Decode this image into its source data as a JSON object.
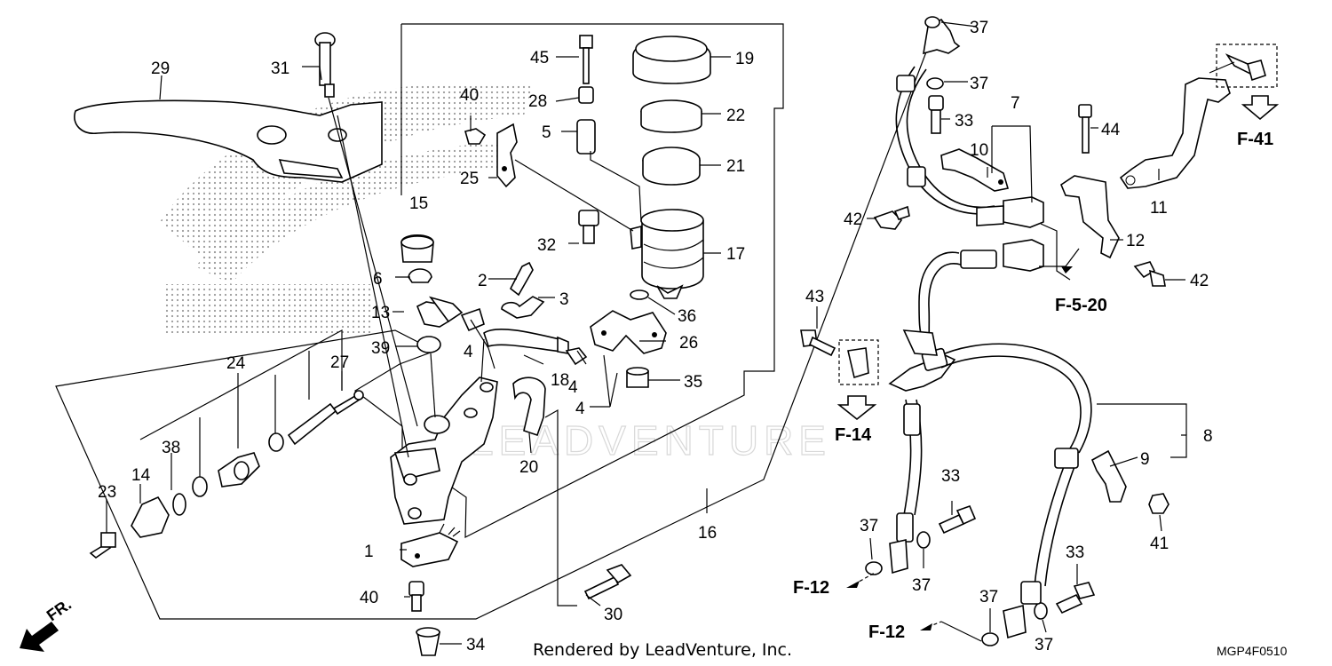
{
  "watermark": {
    "text": "LEADVENTURE"
  },
  "footer": {
    "rendered_by": "Rendered by LeadVenture, Inc.",
    "diagram_code": "MGP4F0510"
  },
  "direction": {
    "label": "FR."
  },
  "callouts": [
    "1",
    "2",
    "3",
    "4",
    "4",
    "4",
    "5",
    "6",
    "7",
    "8",
    "9",
    "10",
    "11",
    "12",
    "13",
    "14",
    "15",
    "16",
    "17",
    "18",
    "19",
    "20",
    "21",
    "22",
    "23",
    "24",
    "25",
    "26",
    "27",
    "28",
    "29",
    "30",
    "31",
    "32",
    "33",
    "33",
    "33",
    "34",
    "35",
    "36",
    "37",
    "37",
    "37",
    "37",
    "37",
    "37",
    "38",
    "39",
    "40",
    "40",
    "41",
    "42",
    "42",
    "43",
    "44",
    "45"
  ],
  "refs": [
    "F-41",
    "F-5-20",
    "F-14",
    "F-12",
    "F-12"
  ]
}
